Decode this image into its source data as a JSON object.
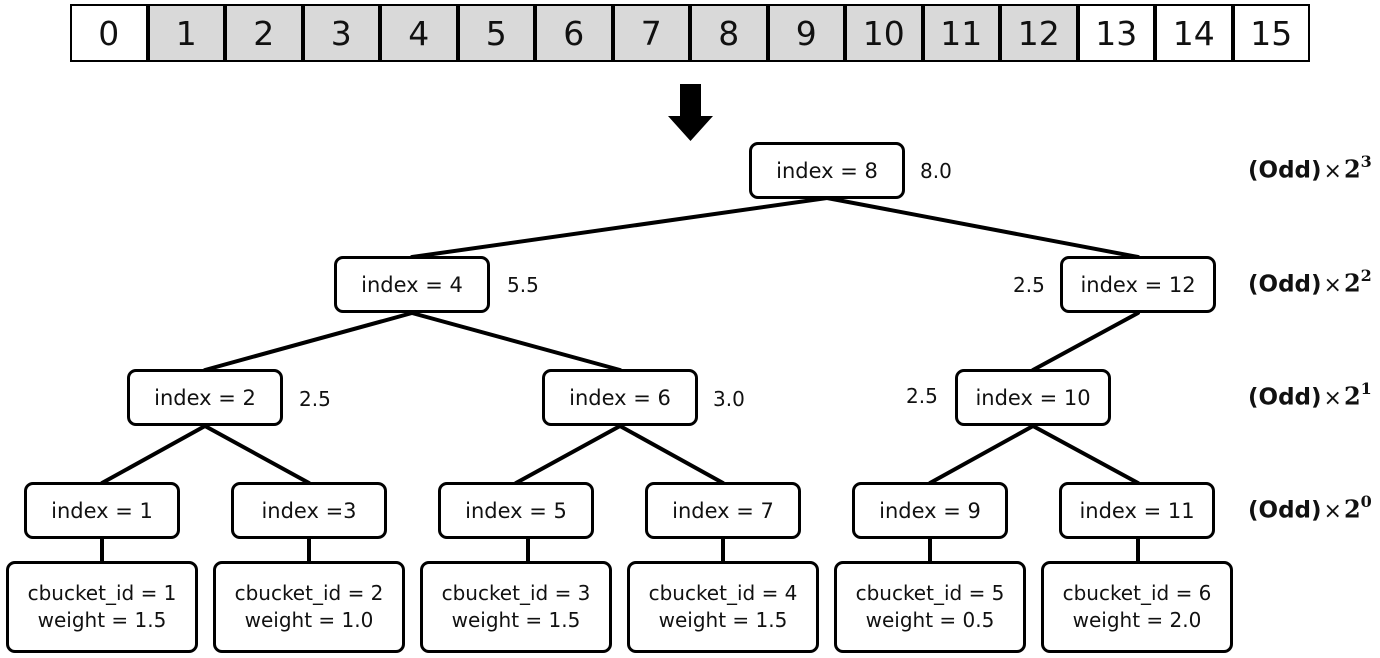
{
  "array": {
    "cells": [
      "0",
      "1",
      "2",
      "3",
      "4",
      "5",
      "6",
      "7",
      "8",
      "9",
      "10",
      "11",
      "12",
      "13",
      "14",
      "15"
    ],
    "shaded_cells": [
      "1",
      "2",
      "3",
      "4",
      "5",
      "6",
      "7",
      "8",
      "9",
      "10",
      "11",
      "12"
    ],
    "shaded_color": "#d9d9d9"
  },
  "arrow": {
    "icon": "down-arrow-icon",
    "color": "#000000"
  },
  "tree": {
    "nodes": {
      "n8": "index = 8",
      "n4": "index = 4",
      "n12": "index = 12",
      "n2": "index = 2",
      "n6": "index = 6",
      "n10": "index = 10",
      "n1": "index = 1",
      "n3": "index =3",
      "n5": "index = 5",
      "n7": "index = 7",
      "n9": "index = 9",
      "n11": "index = 11"
    },
    "sums": {
      "n8": "8.0",
      "n4": "5.5",
      "n12": "2.5",
      "n2": "2.5",
      "n6": "3.0",
      "n10": "2.5"
    },
    "buckets": [
      {
        "id": "cbucket_id = 1",
        "weight": "weight = 1.5"
      },
      {
        "id": "cbucket_id = 2",
        "weight": "weight = 1.0"
      },
      {
        "id": "cbucket_id = 3",
        "weight": "weight = 1.5"
      },
      {
        "id": "cbucket_id = 4",
        "weight": "weight = 1.5"
      },
      {
        "id": "cbucket_id = 5",
        "weight": "weight = 0.5"
      },
      {
        "id": "cbucket_id = 6",
        "weight": "weight = 2.0"
      }
    ]
  },
  "levels": [
    {
      "prefix": "(Odd)",
      "times": "×",
      "base": "2",
      "exp": "3"
    },
    {
      "prefix": "(Odd)",
      "times": "×",
      "base": "2",
      "exp": "2"
    },
    {
      "prefix": "(Odd)",
      "times": "×",
      "base": "2",
      "exp": "1"
    },
    {
      "prefix": "(Odd)",
      "times": "×",
      "base": "2",
      "exp": "0"
    }
  ]
}
